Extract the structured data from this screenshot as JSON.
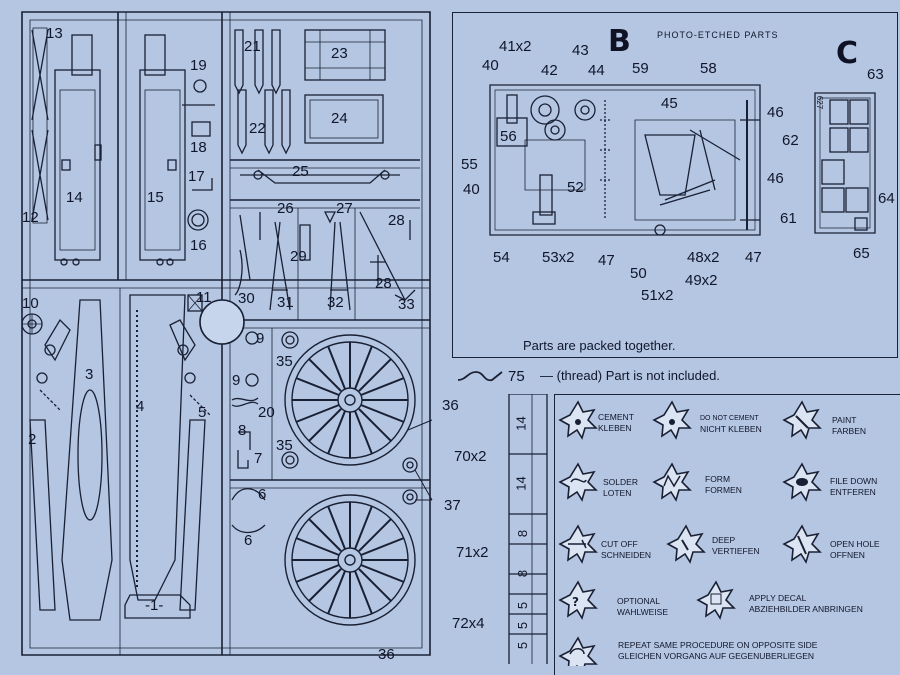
{
  "sprue_labels": {
    "p13": "13",
    "p12": "12",
    "p14": "14",
    "p15": "15",
    "p19": "19",
    "p18": "18",
    "p17": "17",
    "p16": "16",
    "p21": "21",
    "p22": "22",
    "p23": "23",
    "p24": "24",
    "p25": "25",
    "p26": "26",
    "p27": "27",
    "p28a": "28",
    "p28b": "28",
    "p29": "29",
    "p30": "30",
    "p31": "31",
    "p32": "32",
    "p33": "33",
    "p10": "10",
    "p11": "11",
    "p3": "3",
    "p4": "4",
    "p5": "5",
    "p2": "2",
    "p1": "-1-",
    "p9a": "9",
    "p9b": "9",
    "p35a": "35",
    "p35b": "35",
    "p20": "20",
    "p8": "8",
    "p7": "7",
    "p6a": "6",
    "p6b": "6",
    "p36a": "36",
    "p36b": "36",
    "p37": "37"
  },
  "photo_etched": {
    "title": "PHOTO-ETCHED PARTS",
    "letter_b": "B",
    "letter_c": "C",
    "labels_b": {
      "p41": "41x2",
      "p40a": "40",
      "p42": "42",
      "p43": "43",
      "p44": "44",
      "p59": "59",
      "p58": "58",
      "p45": "45",
      "p46a": "46",
      "p46b": "46",
      "p56": "56",
      "p55": "55",
      "p40b": "40",
      "p52": "52",
      "p54": "54",
      "p53": "53x2",
      "p47a": "47",
      "p47b": "47",
      "p50": "50",
      "p48": "48x2",
      "p49": "49x2",
      "p51": "51x2"
    },
    "labels_c": {
      "p63": "63",
      "p62": "62",
      "p64": "64",
      "p61": "61",
      "p65": "65"
    },
    "fret_code": "627",
    "note": "Parts are packed together."
  },
  "thread": {
    "number": "75",
    "text": "— (thread)   Part is  not included."
  },
  "scale": {
    "groups": [
      {
        "label": "70x2",
        "values": [
          "14",
          "14"
        ]
      },
      {
        "label": "71x2",
        "values": [
          "8",
          "8"
        ]
      },
      {
        "label": "72x4",
        "values": [
          "5",
          "5",
          "5"
        ]
      }
    ]
  },
  "legend": [
    {
      "text1": "CEMENT",
      "text2": "KLEBEN"
    },
    {
      "text1": "DO NOT CEMENT",
      "text2": "NICHT KLEBEN"
    },
    {
      "text1": "PAINT",
      "text2": "FARBEN"
    },
    {
      "text1": "SOLDER",
      "text2": "LOTEN"
    },
    {
      "text1": "FORM",
      "text2": "FORMEN"
    },
    {
      "text1": "FILE DOWN",
      "text2": "ENTFEREN"
    },
    {
      "text1": "CUT OFF",
      "text2": "SCHNEIDEN"
    },
    {
      "text1": "DEEP",
      "text2": "VERTIEFEN"
    },
    {
      "text1": "OPEN HOLE",
      "text2": "OFFNEN"
    },
    {
      "text1": "OPTIONAL",
      "text2": "WAHLWEISE"
    },
    {
      "text1": "APPLY DECAL",
      "text2": "ABZIEHBILDER ANBRINGEN"
    },
    {
      "text1": "REPEAT SAME PROCEDURE ON OPPOSITE SIDE",
      "text2": "GLEICHEN VORGANG AUF GEGENUBERLIEGEN"
    }
  ],
  "colors": {
    "paper": "#b4c6e2",
    "ink": "#13182a"
  }
}
